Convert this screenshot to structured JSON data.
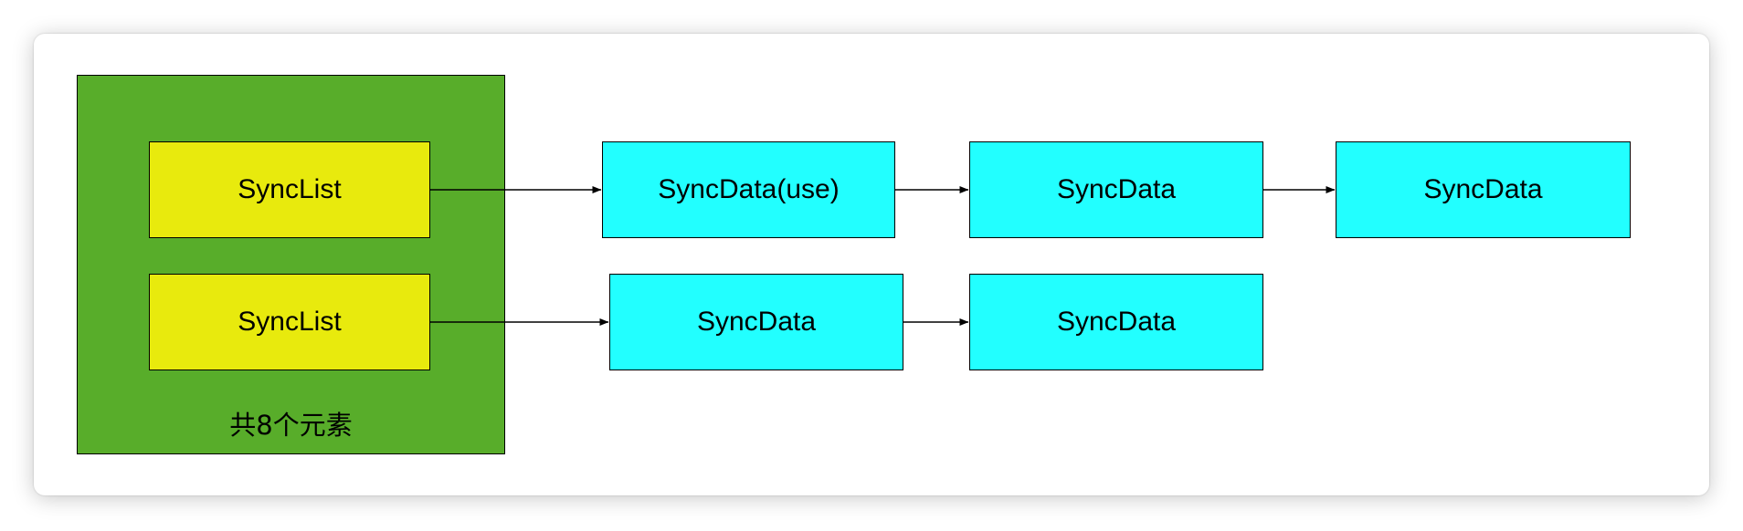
{
  "colors": {
    "container_fill": "#58ad2a",
    "list_fill": "#e8ea0d",
    "data_fill": "#22ffff",
    "stroke": "#000000"
  },
  "container": {
    "id": "container",
    "label": "共8个元素"
  },
  "lists": [
    {
      "id": "list-1",
      "label": "SyncList"
    },
    {
      "id": "list-2",
      "label": "SyncList"
    }
  ],
  "data_nodes": [
    {
      "id": "data-1",
      "label": "SyncData(use)",
      "row": 1
    },
    {
      "id": "data-2",
      "label": "SyncData",
      "row": 1
    },
    {
      "id": "data-3",
      "label": "SyncData",
      "row": 1
    },
    {
      "id": "data-4",
      "label": "SyncData",
      "row": 2
    },
    {
      "id": "data-5",
      "label": "SyncData",
      "row": 2
    }
  ],
  "edges": [
    {
      "from": "list-1",
      "to": "data-1"
    },
    {
      "from": "data-1",
      "to": "data-2"
    },
    {
      "from": "data-2",
      "to": "data-3"
    },
    {
      "from": "list-2",
      "to": "data-4"
    },
    {
      "from": "data-4",
      "to": "data-5"
    }
  ]
}
